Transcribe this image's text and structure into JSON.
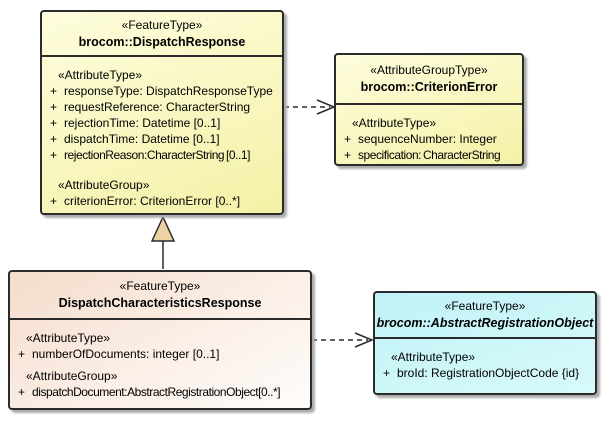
{
  "colors": {
    "background": "#FFFFFF",
    "border": "#2B2B2B",
    "shadow": "#ACACAC",
    "yellow_light": "#FEFDDE",
    "yellow_dark": "#F4F1A6",
    "peach_dark": "#F4DCCB",
    "peach_light": "#FEFCFA",
    "cyan_dark": "#C0F2F6",
    "cyan_light": "#D8FAFB",
    "triangle_fill": "#EDD3A4"
  },
  "classes": [
    {
      "stereotype": "«FeatureType»",
      "name": "brocom::DispatchResponse",
      "sections": [
        {
          "heading": "«AttributeType»",
          "attrs": [
            {
              "sign": "+",
              "text": "responseType: DispatchResponseType"
            },
            {
              "sign": "+",
              "text": "requestReference: CharacterString"
            },
            {
              "sign": "+",
              "text": "rejectionTime: Datetime [0..1]"
            },
            {
              "sign": "+",
              "text": "dispatchTime: Datetime [0..1]"
            },
            {
              "sign": "+",
              "text": "rejectionReason:CharacterString [0..1]"
            }
          ]
        },
        {
          "heading": "«AttributeGroup»",
          "attrs": [
            {
              "sign": "+",
              "text": "criterionError: CriterionError [0..*]"
            }
          ]
        }
      ]
    },
    {
      "stereotype": "«AttributeGroupType»",
      "name": "brocom::CriterionError",
      "sections": [
        {
          "heading": "«AttributeType»",
          "attrs": [
            {
              "sign": "+",
              "text": "sequenceNumber: Integer"
            },
            {
              "sign": "+",
              "text": "specification: CharacterString"
            }
          ]
        }
      ]
    },
    {
      "stereotype": "«FeatureType»",
      "name": "DispatchCharacteristicsResponse",
      "sections": [
        {
          "heading": "«AttributeType»",
          "attrs": [
            {
              "sign": "+",
              "text": "numberOfDocuments: integer [0..1]"
            }
          ]
        },
        {
          "heading": "«AttributeGroup»",
          "attrs": [
            {
              "sign": "+",
              "text": "dispatchDocument:AbstractRegistrationObject[0..*]"
            }
          ]
        }
      ]
    },
    {
      "stereotype": "«FeatureType»",
      "name": "brocom::AbstractRegistrationObject",
      "sections": [
        {
          "heading": "«AttributeType»",
          "attrs": [
            {
              "sign": "+",
              "text": "broId: RegistrationObjectCode {id}"
            }
          ]
        }
      ]
    }
  ],
  "connectors": [
    {
      "type": "generalization",
      "from": "DispatchCharacteristicsResponse",
      "to": "brocom::DispatchResponse"
    },
    {
      "type": "dependency",
      "from": "brocom::DispatchResponse",
      "to": "brocom::CriterionError"
    },
    {
      "type": "dependency",
      "from": "DispatchCharacteristicsResponse",
      "to": "brocom::AbstractRegistrationObject"
    }
  ]
}
